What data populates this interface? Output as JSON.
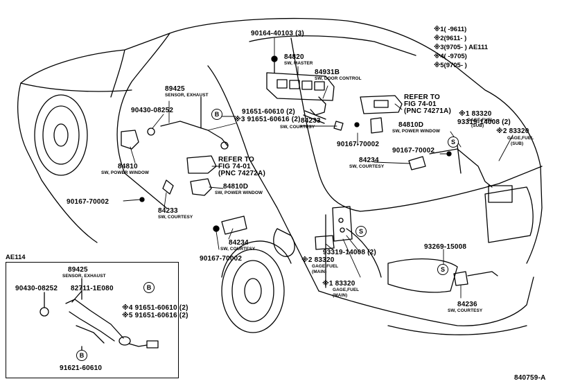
{
  "legend": [
    {
      "mark": "※1",
      "text": "(       -9611)"
    },
    {
      "mark": "※2",
      "text": "(9611-        )"
    },
    {
      "mark": "※3",
      "text": "(9705-        ) AE111"
    },
    {
      "mark": "※4",
      "text": "(       -9705)"
    },
    {
      "mark": "※5",
      "text": "(9705-        )"
    }
  ],
  "parts": {
    "p90164": {
      "number": "90164-40103 (3)"
    },
    "p84820": {
      "number": "84820",
      "name": "SW, MASTER"
    },
    "p84931b": {
      "number": "84931B",
      "name": "SW, DOOR CONTROL"
    },
    "refer1": {
      "line1": "REFER TO",
      "line2": "FIG 74-01",
      "line3": "(PNC 74271A)"
    },
    "p183320_sub": {
      "number": "※1 83320",
      "name1": "GAGE,FUEL",
      "name2": "(SUB)"
    },
    "p89425": {
      "number": "89425",
      "name": "SENSOR, EXHAUST"
    },
    "p90430": {
      "number": "90430-08252"
    },
    "p91651a": {
      "number": "91651-60610 (2)"
    },
    "p91651b": {
      "number": "※3 91651-60616 (2)"
    },
    "p84233a": {
      "number": "84233",
      "name": "SW, COURTESY"
    },
    "p84810d_a": {
      "number": "84810D",
      "name": "SW, POWER WINDOW"
    },
    "p93319a": {
      "number": "93319-14008 (2)"
    },
    "p283320_sub": {
      "number": "※2 83320",
      "name1": "GAGE,FUEL",
      "name2": "(SUB)"
    },
    "p90167a": {
      "number": "90167-70002"
    },
    "p90167b": {
      "number": "90167-70002"
    },
    "p84234a": {
      "number": "84234",
      "name": "SW, COURTESY"
    },
    "p84810": {
      "number": "84810",
      "name": "SW, POWER WINDOW"
    },
    "refer2": {
      "line1": "REFER TO",
      "line2": "FIG 74-01",
      "line3": "(PNC 74272A)"
    },
    "p84810d_b": {
      "number": "84810D",
      "name": "SW, POWER WINDOW"
    },
    "p90167c": {
      "number": "90167-70002"
    },
    "p84233b": {
      "number": "84233",
      "name": "SW, COURTESY"
    },
    "p84234b": {
      "number": "84234",
      "name": "SW, COURTESY"
    },
    "p90167d": {
      "number": "90167-70002"
    },
    "p283320_main": {
      "number": "※2 83320",
      "name1": "GAGE,FUEL",
      "name2": "(MAIN)"
    },
    "p93319b": {
      "number": "93319-14008 (2)"
    },
    "p183320_main": {
      "number": "※1 83320",
      "name1": "GAGE,FUEL",
      "name2": "(MAIN)"
    },
    "p93269": {
      "number": "93269-15008"
    },
    "p84236": {
      "number": "84236",
      "name": "SW, COURTESY"
    }
  },
  "inset": {
    "title": "AE114",
    "p89425": {
      "number": "89425",
      "name": "SENSOR, EXHAUST"
    },
    "p90430": {
      "number": "90430-08252"
    },
    "p82711": {
      "number": "82711-1E080"
    },
    "p91651a": {
      "number": "※4 91651-60610 (2)"
    },
    "p91651b": {
      "number": "※5 91651-60616 (2)"
    },
    "p91621": {
      "number": "91621-60610"
    }
  },
  "callouts": {
    "b": "B",
    "s": "S"
  },
  "figure_id": "840759-A"
}
